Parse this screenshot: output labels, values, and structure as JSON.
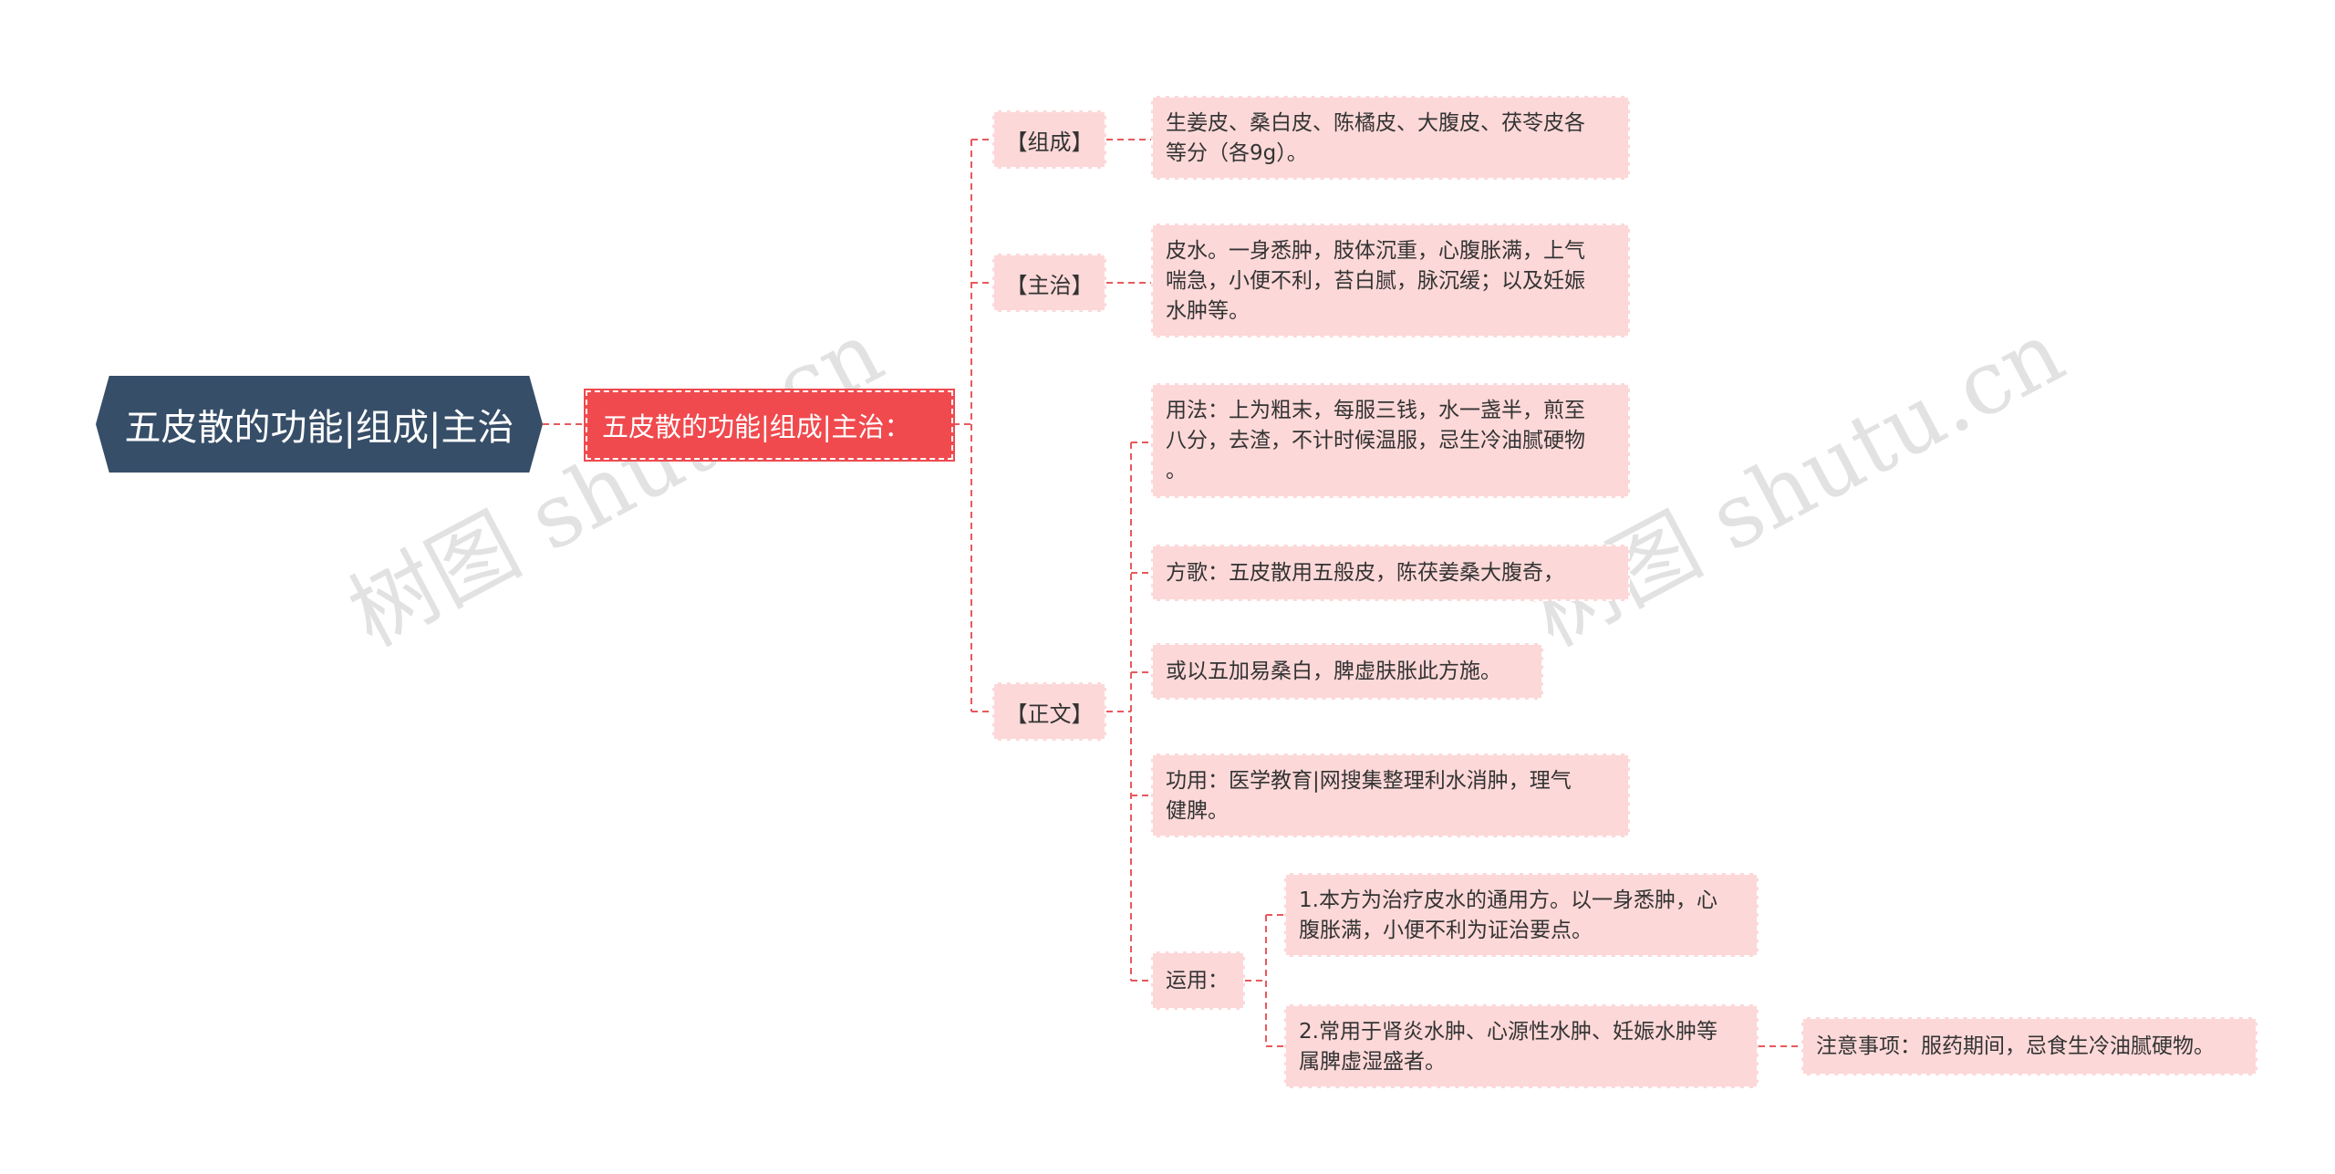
{
  "root": {
    "title": "五皮散的功能|组成|主治"
  },
  "main": {
    "label": "五皮散的功能|组成|主治："
  },
  "branches": {
    "composition": {
      "label": "【组成】",
      "text": [
        "生姜皮、桑白皮、陈橘皮、大腹皮、茯苓皮各",
        "等分（各9g）。"
      ]
    },
    "indication": {
      "label": "【主治】",
      "text": [
        "皮水。一身悉肿，肢体沉重，心腹胀满，上气",
        "喘急，小便不利，苔白腻，脉沉缓；以及妊娠",
        "水肿等。"
      ]
    },
    "body": {
      "label": "【正文】",
      "usage": [
        "用法：上为粗末，每服三钱，水一盏半，煎至",
        "八分，去渣，不计时候温服，忌生冷油腻硬物",
        "。"
      ],
      "song": "方歌：五皮散用五般皮，陈茯姜桑大腹奇，",
      "song2": "或以五加易桑白，脾虚肤胀此方施。",
      "effect": [
        "功用：医学教育|网搜集整理利水消肿，理气",
        "健脾。"
      ],
      "application": {
        "label": "运用：",
        "item1": [
          "1.本方为治疗皮水的通用方。以一身悉肿，心",
          "腹胀满，小便不利为证治要点。"
        ],
        "item2": [
          "2.常用于肾炎水肿、心源性水肿、妊娠水肿等",
          "属脾虚湿盛者。"
        ],
        "note": "注意事项：服药期间，忌食生冷油腻硬物。"
      }
    }
  },
  "watermarks": [
    "树图 shutu.cn",
    "树图 shutu.cn"
  ],
  "colors": {
    "root": "#364e68",
    "main": "#f04a4e",
    "node": "#fdd8d8",
    "line": "#e8595c"
  }
}
